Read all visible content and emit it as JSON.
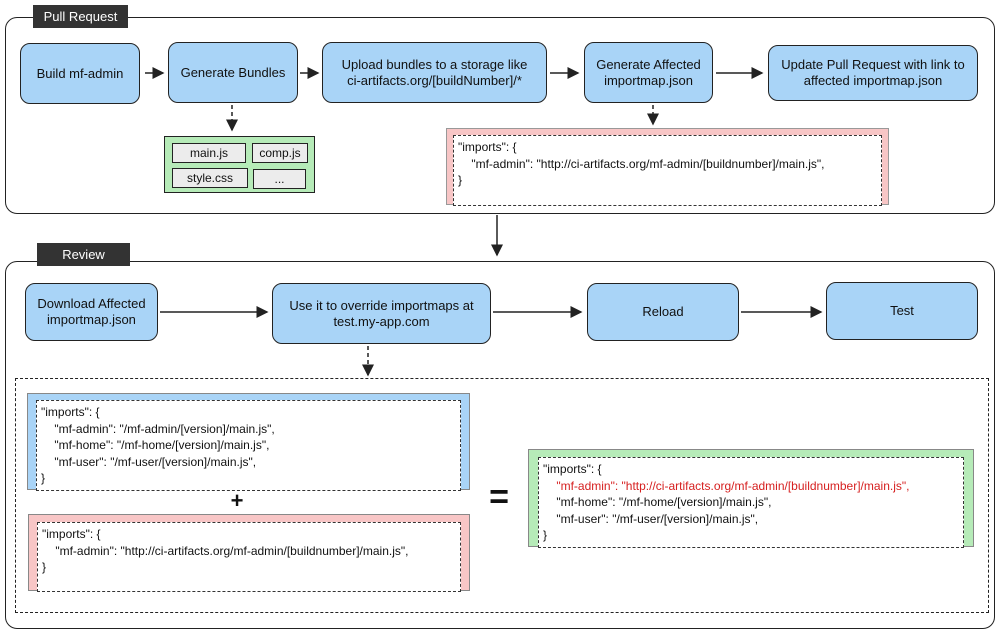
{
  "pull_request": {
    "title": "Pull Request",
    "steps": [
      "Build mf-admin",
      "Generate Bundles",
      "Upload bundles to a storage like\nci-artifacts.org/[buildNumber]/*",
      "Generate Affected\nimportmap.json",
      "Update Pull Request with link to\naffected importmap.json"
    ],
    "bundle_files": [
      "main.js",
      "comp.js",
      "style.css",
      "..."
    ],
    "affected_importmap": [
      "\"imports\": {",
      "    \"mf-admin\": \"http://ci-artifacts.org/mf-admin/[buildnumber]/main.js\",",
      "}"
    ]
  },
  "review": {
    "title": "Review",
    "steps": [
      "Download Affected\nimportmap.json",
      "Use it to override importmaps at\ntest.my-app.com",
      "Reload",
      "Test"
    ],
    "base_importmap": [
      "\"imports\": {",
      "    \"mf-admin\": \"/mf-admin/[version]/main.js\",",
      "    \"mf-home\": \"/mf-home/[version]/main.js\",",
      "    \"mf-user\": \"/mf-user/[version]/main.js\",",
      "}"
    ],
    "override_importmap": [
      "\"imports\": {",
      "    \"mf-admin\": \"http://ci-artifacts.org/mf-admin/[buildnumber]/main.js\",",
      "}"
    ],
    "result_importmap": [
      "\"imports\": {",
      "    \"mf-admin\": \"http://ci-artifacts.org/mf-admin/[buildnumber]/main.js\",",
      "    \"mf-home\": \"/mf-home/[version]/main.js\",",
      "    \"mf-user\": \"/mf-user/[version]/main.js\",",
      "}"
    ],
    "plus": "+",
    "equals": "="
  },
  "colors": {
    "step": "#a9d4f7",
    "green": "#b6ebb8",
    "pink": "#f8c6c6",
    "blue": "#a9d4f7",
    "highlight": "#d62020",
    "tab": "#333333"
  }
}
